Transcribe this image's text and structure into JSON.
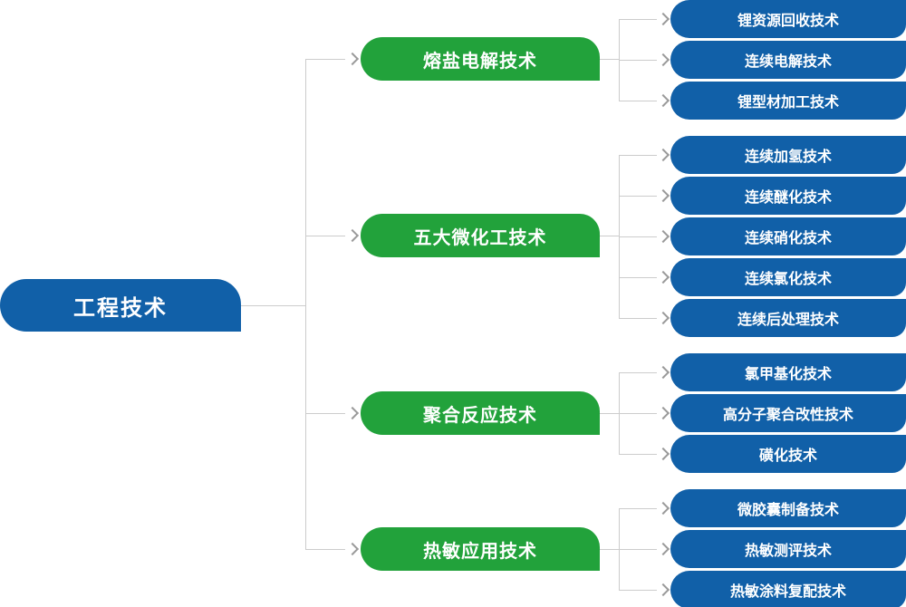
{
  "root": {
    "label": "工程技术"
  },
  "groups": [
    {
      "label": "熔盐电解技术",
      "children": [
        "锂资源回收技术",
        "连续电解技术",
        "锂型材加工技术"
      ]
    },
    {
      "label": "五大微化工技术",
      "children": [
        "连续加氢技术",
        "连续醚化技术",
        "连续硝化技术",
        "连续氯化技术",
        "连续后处理技术"
      ]
    },
    {
      "label": "聚合反应技术",
      "children": [
        "氯甲基化技术",
        "高分子聚合改性技术",
        "磺化技术"
      ]
    },
    {
      "label": "热敏应用技术",
      "children": [
        "微胶囊制备技术",
        "热敏测评技术",
        "热敏涂料复配技术"
      ]
    }
  ],
  "colors": {
    "root_and_leaf_blue": "#1160a8",
    "branch_green": "#22a23b",
    "connector_line": "#cccccc",
    "chevron_gray": "#9a9a9a",
    "node_text": "#ffffff",
    "background": "#ffffff"
  }
}
